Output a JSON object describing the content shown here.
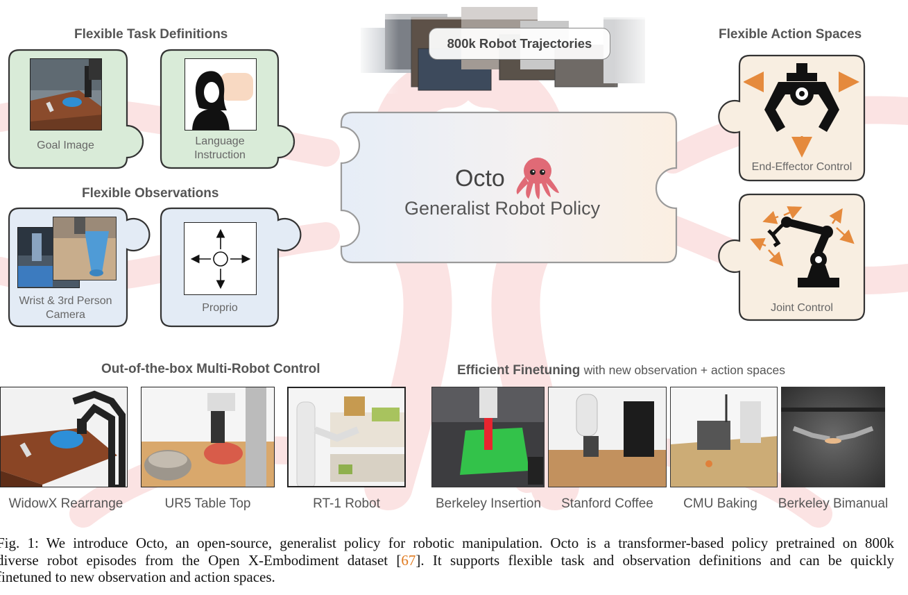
{
  "headings": {
    "task_definitions": "Flexible Task Definitions",
    "observations": "Flexible Observations",
    "action_spaces": "Flexible Action Spaces",
    "multi_robot": "Out-of-the-box Multi-Robot Control",
    "finetuning_bold": "Efficient Finetuning",
    "finetuning_rest": "with new observation + action spaces"
  },
  "inputs": {
    "goal_image": "Goal Image",
    "language_line1": "Language",
    "language_line2": "Instruction",
    "camera_line1": "Wrist & 3rd Person",
    "camera_line2": "Camera",
    "proprio": "Proprio"
  },
  "outputs": {
    "end_effector": "End-Effector Control",
    "joint": "Joint Control"
  },
  "center": {
    "name": "Octo",
    "subtitle": "Generalist Robot Policy",
    "trajectories": "800k Robot Trajectories"
  },
  "robots": [
    "WidowX Rearrange",
    "UR5 Table Top",
    "RT-1 Robot"
  ],
  "finetune_tasks": [
    "Berkeley Insertion",
    "Stanford Coffee",
    "CMU Baking",
    "Berkeley Bimanual"
  ],
  "caption": {
    "prefix": "Fig. 1: ",
    "text1": "We introduce Octo, an open-source, generalist policy for robotic manipulation. Octo is a transformer-based policy pretrained on 800k",
    "text2_pre": "diverse robot episodes from the Open X-Embodiment dataset [",
    "ref": "67",
    "text2_post": "]. It supports flexible task and observation definitions and can be quickly",
    "text3": "finetuned to new observation and action spaces."
  },
  "colors": {
    "green": "#d9ebd8",
    "blue": "#e3ebf5",
    "peach": "#f8eee1",
    "orange_arrow": "#e58a3d",
    "reference": "#e07a1f"
  }
}
